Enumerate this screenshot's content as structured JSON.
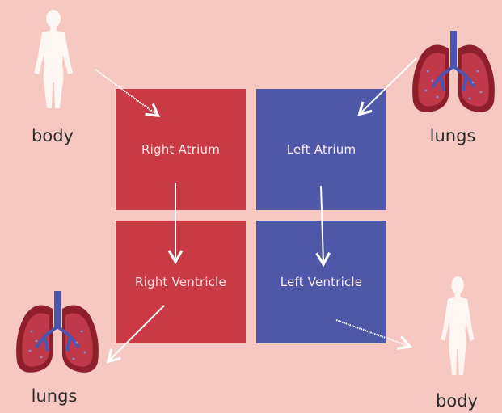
{
  "chambers": {
    "right_atrium": "Right Atrium",
    "left_atrium": "Left Atrium",
    "right_ventricle": "Right Ventricle",
    "left_ventricle": "Left Ventricle"
  },
  "labels": {
    "body_top_left": "body",
    "lungs_top_right": "lungs",
    "lungs_bottom_left": "lungs",
    "body_bottom_right": "body"
  },
  "icons": {
    "body": "human-body-icon",
    "lungs": "lungs-icon",
    "arrow": "arrow-icon"
  },
  "colors": {
    "background": "#f7c7c1",
    "right_side": "#c93a44",
    "left_side": "#4f57a8",
    "text_on_chamber": "#fbeaea"
  }
}
